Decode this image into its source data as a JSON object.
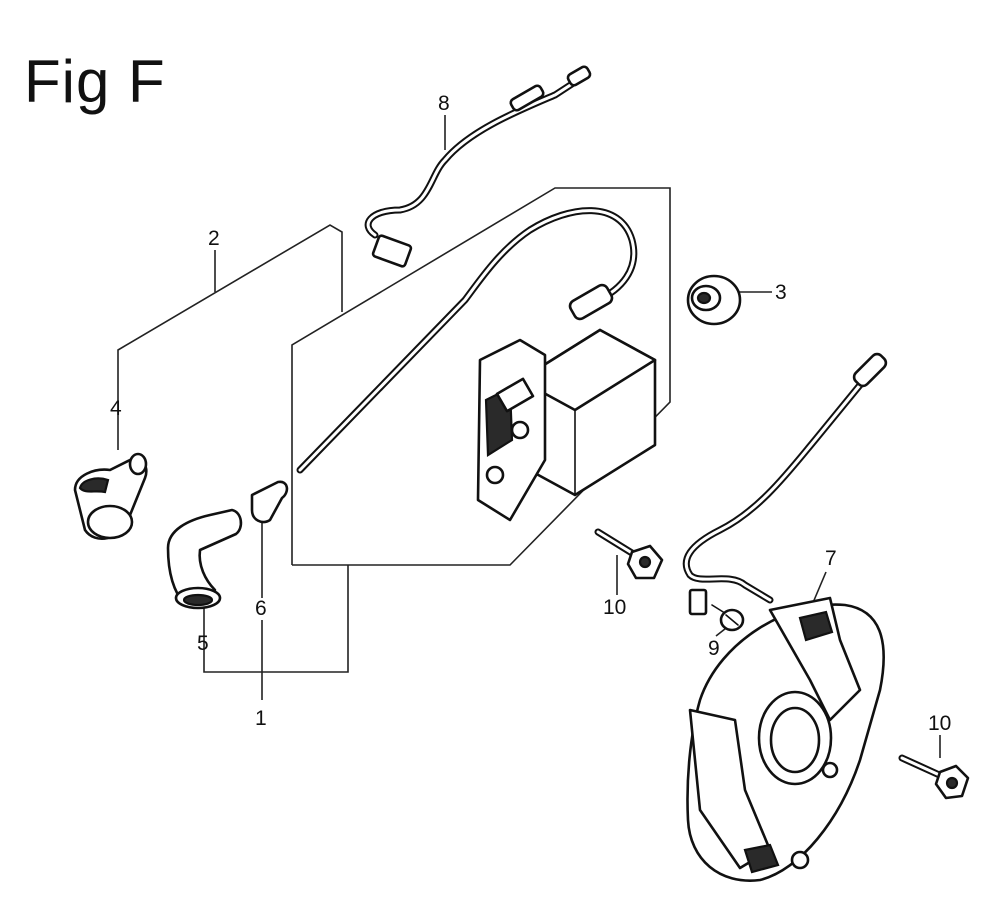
{
  "figure": {
    "title": "Fig F"
  },
  "callouts": [
    {
      "id": "1",
      "label": "1"
    },
    {
      "id": "2",
      "label": "2"
    },
    {
      "id": "3",
      "label": "3"
    },
    {
      "id": "4",
      "label": "4"
    },
    {
      "id": "5",
      "label": "5"
    },
    {
      "id": "6",
      "label": "6"
    },
    {
      "id": "7",
      "label": "7"
    },
    {
      "id": "8",
      "label": "8"
    },
    {
      "id": "9",
      "label": "9"
    },
    {
      "id": "10a",
      "label": "10"
    },
    {
      "id": "10b",
      "label": "10"
    }
  ]
}
